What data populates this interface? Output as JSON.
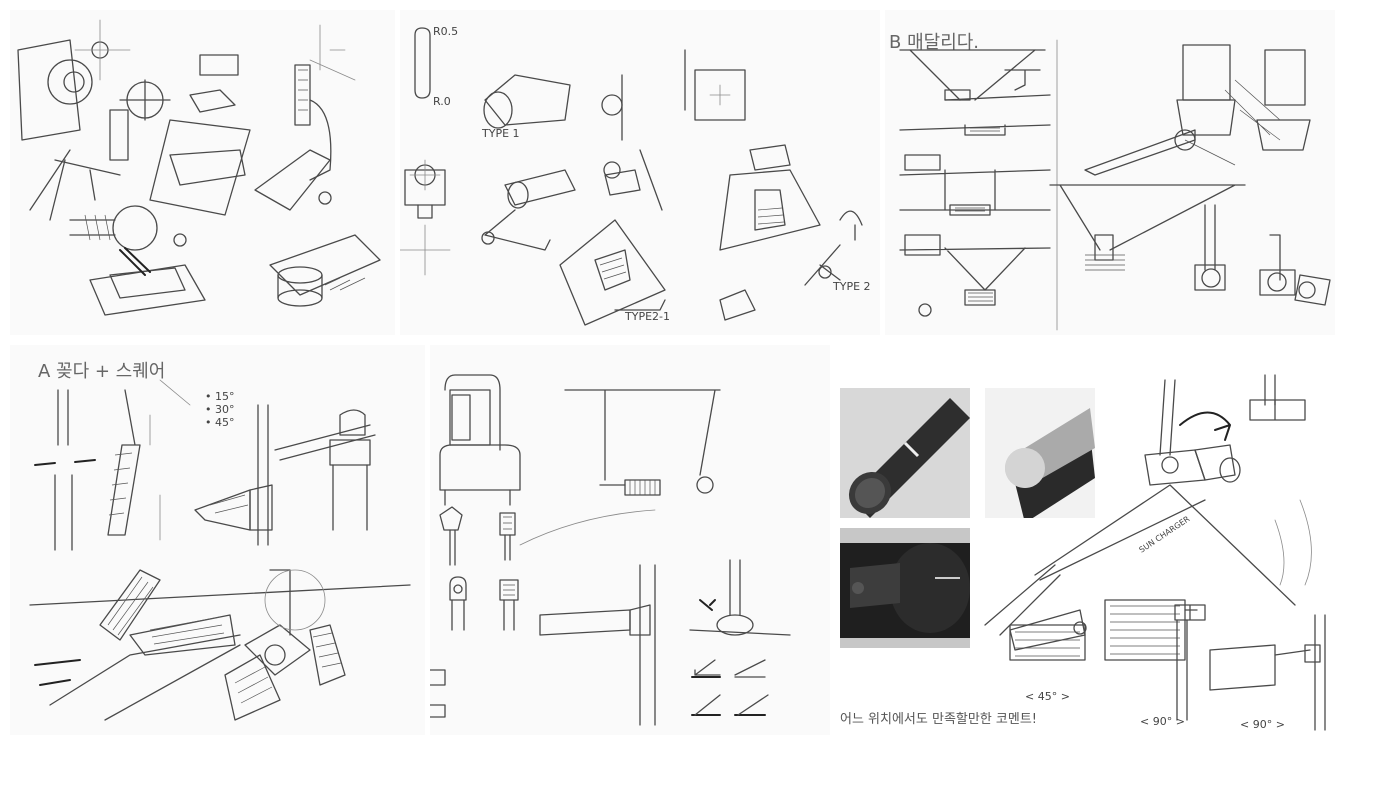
{
  "panels": {
    "top_middle": {
      "labels": {
        "r_top": "R0.5",
        "r_bottom": "R.0",
        "type1": "TYPE 1",
        "type2": "TYPE 2",
        "type2_1": "TYPE2-1"
      }
    },
    "top_right": {
      "labels": {
        "heading": "B 매달리다."
      }
    },
    "bottom_left": {
      "labels": {
        "heading": "A 꽂다 + 스퀘어",
        "angles": "• 15°\n• 30°\n• 45°"
      }
    },
    "bottom_right": {
      "labels": {
        "product": "SUN CHARGER",
        "angle_45": "< 45° >",
        "angle_lower": "< 90° >",
        "angle_lower2": "< 90° >",
        "caption": "어느 위치에서도 만족할만한 코멘트!"
      }
    }
  }
}
